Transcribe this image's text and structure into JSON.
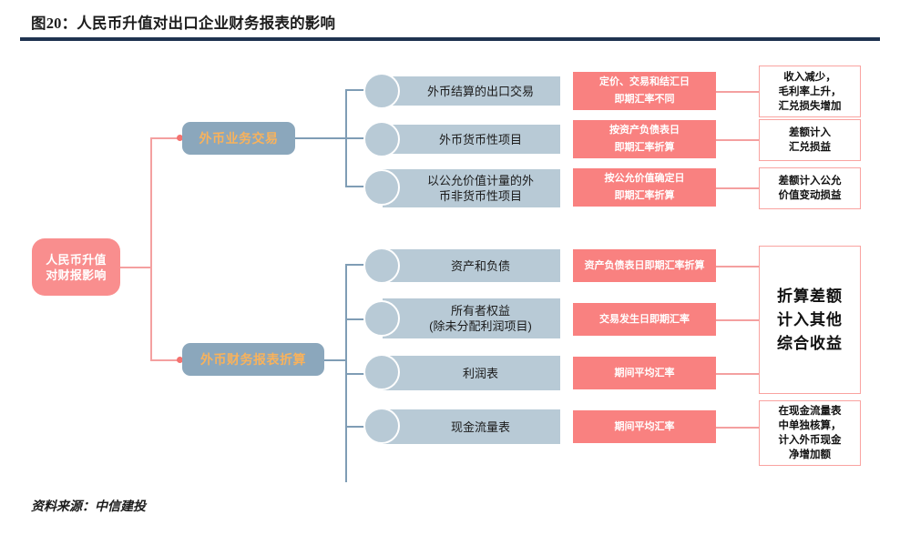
{
  "header": {
    "title": "图20：人民币升值对出口企业财务报表的影响"
  },
  "footer": {
    "source": "资料来源：中信建投"
  },
  "colors": {
    "root_fill": "#f98e8e",
    "branch_fill": "#8ba7bc",
    "branch_text": "#f8b25c",
    "item_fill": "#b8cad6",
    "pink_fill": "#f98180",
    "outcome_border": "#f9a3a0",
    "connector_blue": "#7f9db5",
    "connector_pink": "#f4a0a0",
    "title_rule": "#1f3350"
  },
  "diagram": {
    "root": {
      "label": "人民币升值\n对财报影响"
    },
    "branches": [
      {
        "label": "外币业务交易",
        "rows": [
          {
            "item": "外币结算的出口交易",
            "rule": "定价、交易和结汇日\n即期汇率不同",
            "outcome": "收入减少，\n毛利率上升，\n汇兑损失增加"
          },
          {
            "item": "外币货币性项目",
            "rule": "按资产负债表日\n即期汇率折算",
            "outcome": "差额计入\n汇兑损益"
          },
          {
            "item": "以公允价值计量的外\n币非货币性项目",
            "rule": "按公允价值确定日\n即期汇率折算",
            "outcome": "差额计入公允\n价值变动损益"
          }
        ]
      },
      {
        "label": "外币财务报表折算",
        "rows": [
          {
            "item": "资产和负债",
            "rule": "资产负债表日即期汇率折算"
          },
          {
            "item": "所有者权益\n(除未分配利润项目)",
            "rule": "交易发生日即期汇率"
          },
          {
            "item": "利润表",
            "rule": "期间平均汇率"
          },
          {
            "item": "现金流量表",
            "rule": "期间平均汇率"
          }
        ],
        "outcomes": [
          {
            "text": "折算差额\n计入其他\n综合收益"
          },
          {
            "text": "在现金流量表\n中单独核算，\n计入外币现金\n净增加额"
          }
        ]
      }
    ]
  }
}
